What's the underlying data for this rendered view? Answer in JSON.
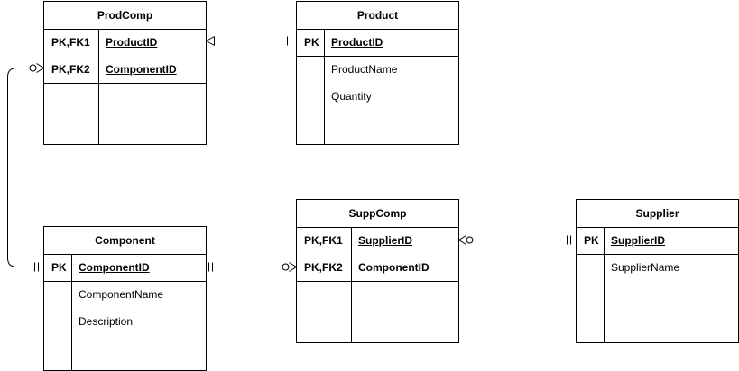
{
  "entities": {
    "prodcomp": {
      "title": "ProdComp",
      "keys": [
        {
          "key": "PK,FK1",
          "field": "ProductID"
        },
        {
          "key": "PK,FK2",
          "field": "ComponentID"
        }
      ],
      "attributes": []
    },
    "product": {
      "title": "Product",
      "keys": [
        {
          "key": "PK",
          "field": "ProductID"
        }
      ],
      "attributes": [
        "ProductName",
        "Quantity"
      ]
    },
    "component": {
      "title": "Component",
      "keys": [
        {
          "key": "PK",
          "field": "ComponentID"
        }
      ],
      "attributes": [
        "ComponentName",
        "Description"
      ]
    },
    "suppcomp": {
      "title": "SuppComp",
      "keys": [
        {
          "key": "PK,FK1",
          "field": "SupplierID"
        },
        {
          "key": "PK,FK2",
          "field": "ComponentID"
        }
      ],
      "attributes": []
    },
    "supplier": {
      "title": "Supplier",
      "keys": [
        {
          "key": "PK",
          "field": "SupplierID"
        }
      ],
      "attributes": [
        "SupplierName"
      ]
    }
  },
  "relationships": [
    {
      "from": "prodcomp",
      "from_end": "many",
      "to": "product",
      "to_end": "one-mandatory"
    },
    {
      "from": "prodcomp",
      "from_end": "zero-or-many",
      "to": "component",
      "to_end": "one-mandatory"
    },
    {
      "from": "component",
      "from_end": "one-mandatory",
      "to": "suppcomp",
      "to_end": "zero-or-many"
    },
    {
      "from": "suppcomp",
      "from_end": "zero-or-many",
      "to": "supplier",
      "to_end": "one-mandatory"
    }
  ]
}
